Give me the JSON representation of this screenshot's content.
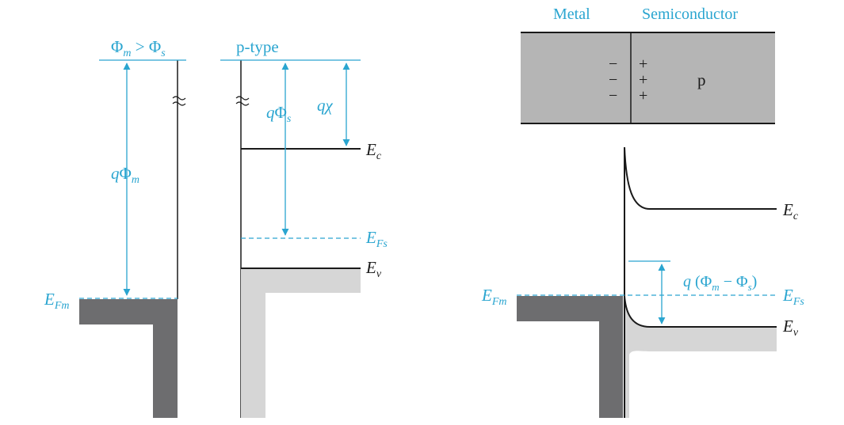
{
  "colors": {
    "accent": "#2aa5d0",
    "metal_dark": "#6d6d6f",
    "semiconductor_gray": "#b5b5b5",
    "valence_fill": "#d6d6d6",
    "line": "#1a1a1a"
  },
  "left": {
    "condition": {
      "phi": "Φ",
      "m": "m",
      "gt": " > ",
      "phi2": "Φ",
      "s": "s"
    },
    "ptype_label": "p-type",
    "q_phi_m": {
      "q": "q",
      "phi": "Φ",
      "sub": "m"
    },
    "q_phi_s": {
      "q": "q",
      "phi": "Φ",
      "sub": "s"
    },
    "q_chi": {
      "q": "q",
      "chi": "χ"
    },
    "ec": {
      "main": "E",
      "sub": "c"
    },
    "efs": {
      "main": "E",
      "sub": "Fs"
    },
    "ev": {
      "main": "E",
      "sub": "v"
    },
    "efm": {
      "main": "E",
      "sub": "Fm"
    }
  },
  "right": {
    "metal_label": "Metal",
    "semiconductor_label": "Semiconductor",
    "minus_sign": "−",
    "plus_sign": "+",
    "p_label": "p",
    "ec": {
      "main": "E",
      "sub": "c"
    },
    "ev": {
      "main": "E",
      "sub": "v"
    },
    "efm": {
      "main": "E",
      "sub": "Fm"
    },
    "efs": {
      "main": "E",
      "sub": "Fs"
    },
    "barrier": {
      "q": "q",
      "open": " (",
      "phi": "Φ",
      "m": "m",
      "minus": " − ",
      "phi2": "Φ",
      "s": "s",
      "close": ")"
    }
  }
}
